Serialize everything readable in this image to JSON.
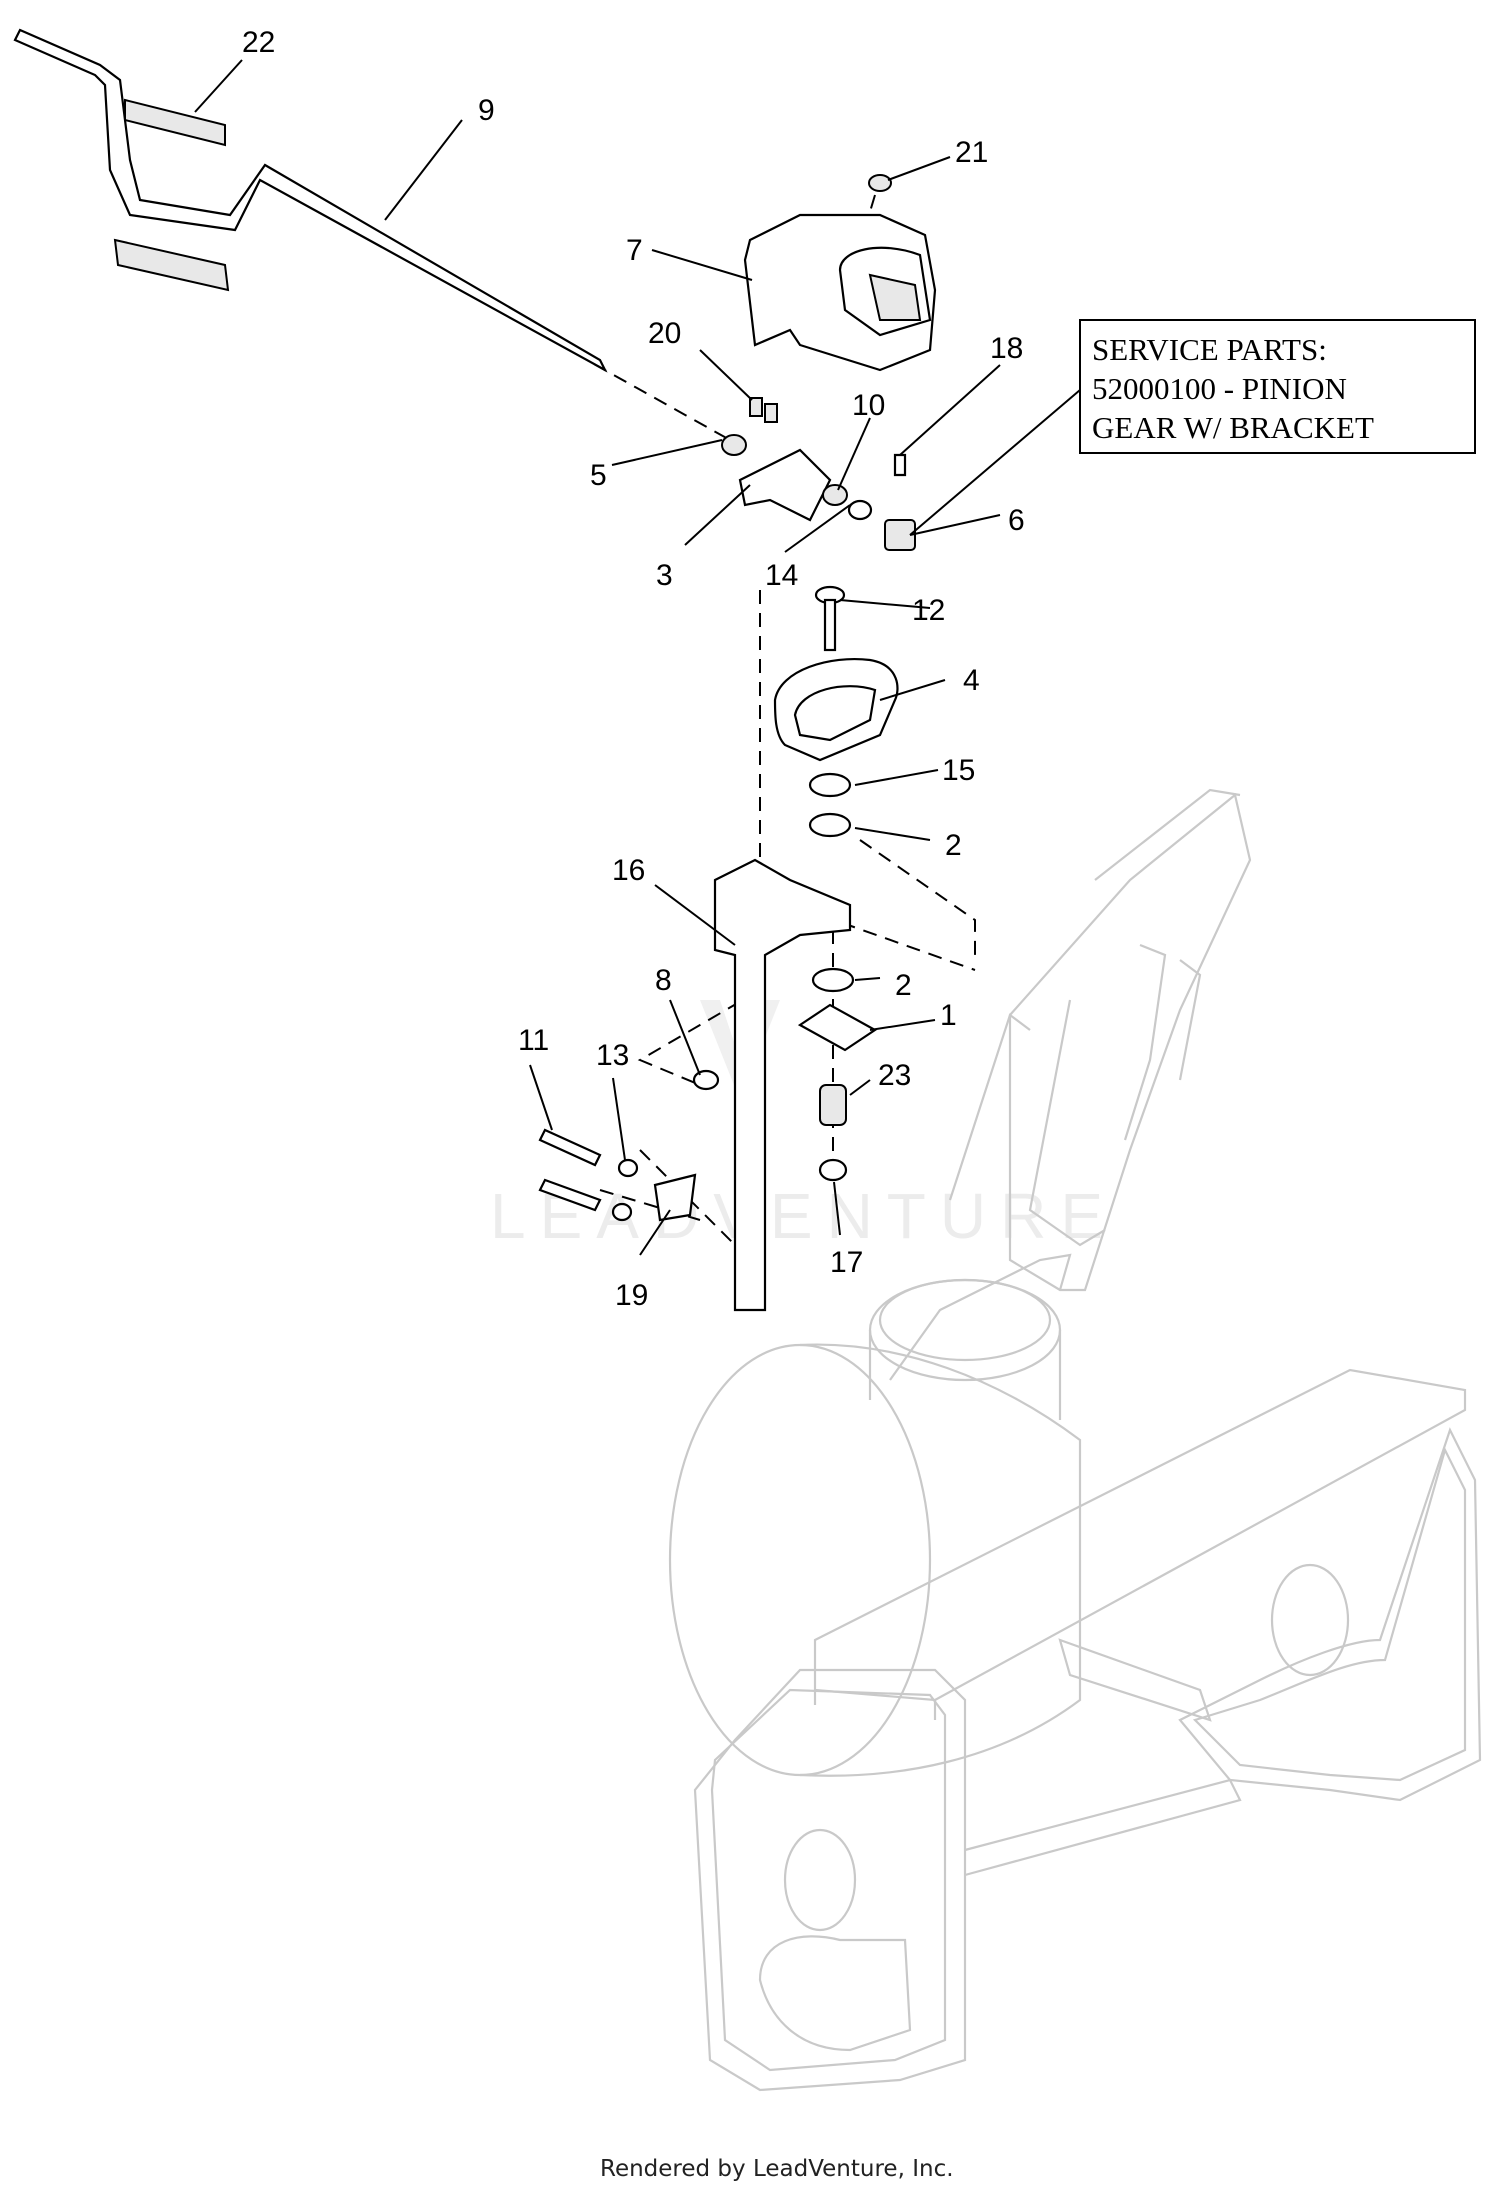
{
  "service_box": {
    "line1": "SERVICE PARTS:",
    "line2": "52000100 - PINION",
    "line3": "GEAR W/ BRACKET"
  },
  "watermark": "LEADVENTURE",
  "footer": "Rendered by LeadVenture, Inc.",
  "callouts": {
    "c22": "22",
    "c9": "9",
    "c21": "21",
    "c7": "7",
    "c20": "20",
    "c18": "18",
    "c10": "10",
    "c5": "5",
    "c3": "3",
    "c14": "14",
    "c6": "6",
    "c12": "12",
    "c4": "4",
    "c15": "15",
    "c2a": "2",
    "c16": "16",
    "c2b": "2",
    "c8": "8",
    "c1": "1",
    "c11": "11",
    "c13": "13",
    "c23": "23",
    "c17": "17",
    "c19": "19"
  }
}
